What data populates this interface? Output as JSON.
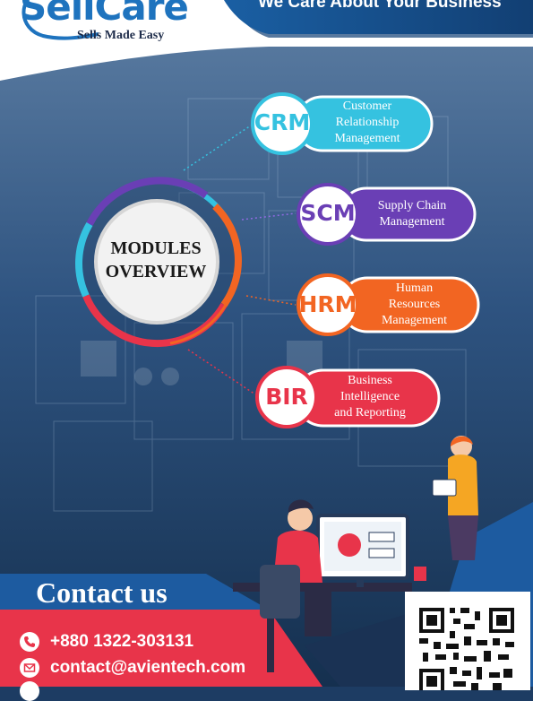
{
  "header": {
    "logo_text": "SellCare",
    "tagline": "Sells Made Easy",
    "slogan": "We Care About Your Business"
  },
  "modules": {
    "title_line1": "MODULES",
    "title_line2": "OVERVIEW",
    "items": [
      {
        "abbr": "CRM",
        "label_lines": [
          "Customer",
          "Relationship",
          "Management"
        ],
        "color": "#35c2e0"
      },
      {
        "abbr": "SCM",
        "label_lines": [
          "Supply Chain",
          "Management"
        ],
        "color": "#6a3fb5"
      },
      {
        "abbr": "HRM",
        "label_lines": [
          "Human",
          "Resources",
          "Management"
        ],
        "color": "#f26522"
      },
      {
        "abbr": "BIR",
        "label_lines": [
          "Business",
          "Intelligence",
          "and Reporting"
        ],
        "color": "#e8344a"
      }
    ]
  },
  "contact": {
    "title": "Contact us",
    "phone": "+880 1322-303131",
    "email": "contact@avientech.com"
  },
  "colors": {
    "brand_blue": "#1e73be",
    "navy": "#1d3c63",
    "red": "#e8344a",
    "purple": "#6a3fb5",
    "orange": "#f26522",
    "cyan": "#35c2e0"
  }
}
